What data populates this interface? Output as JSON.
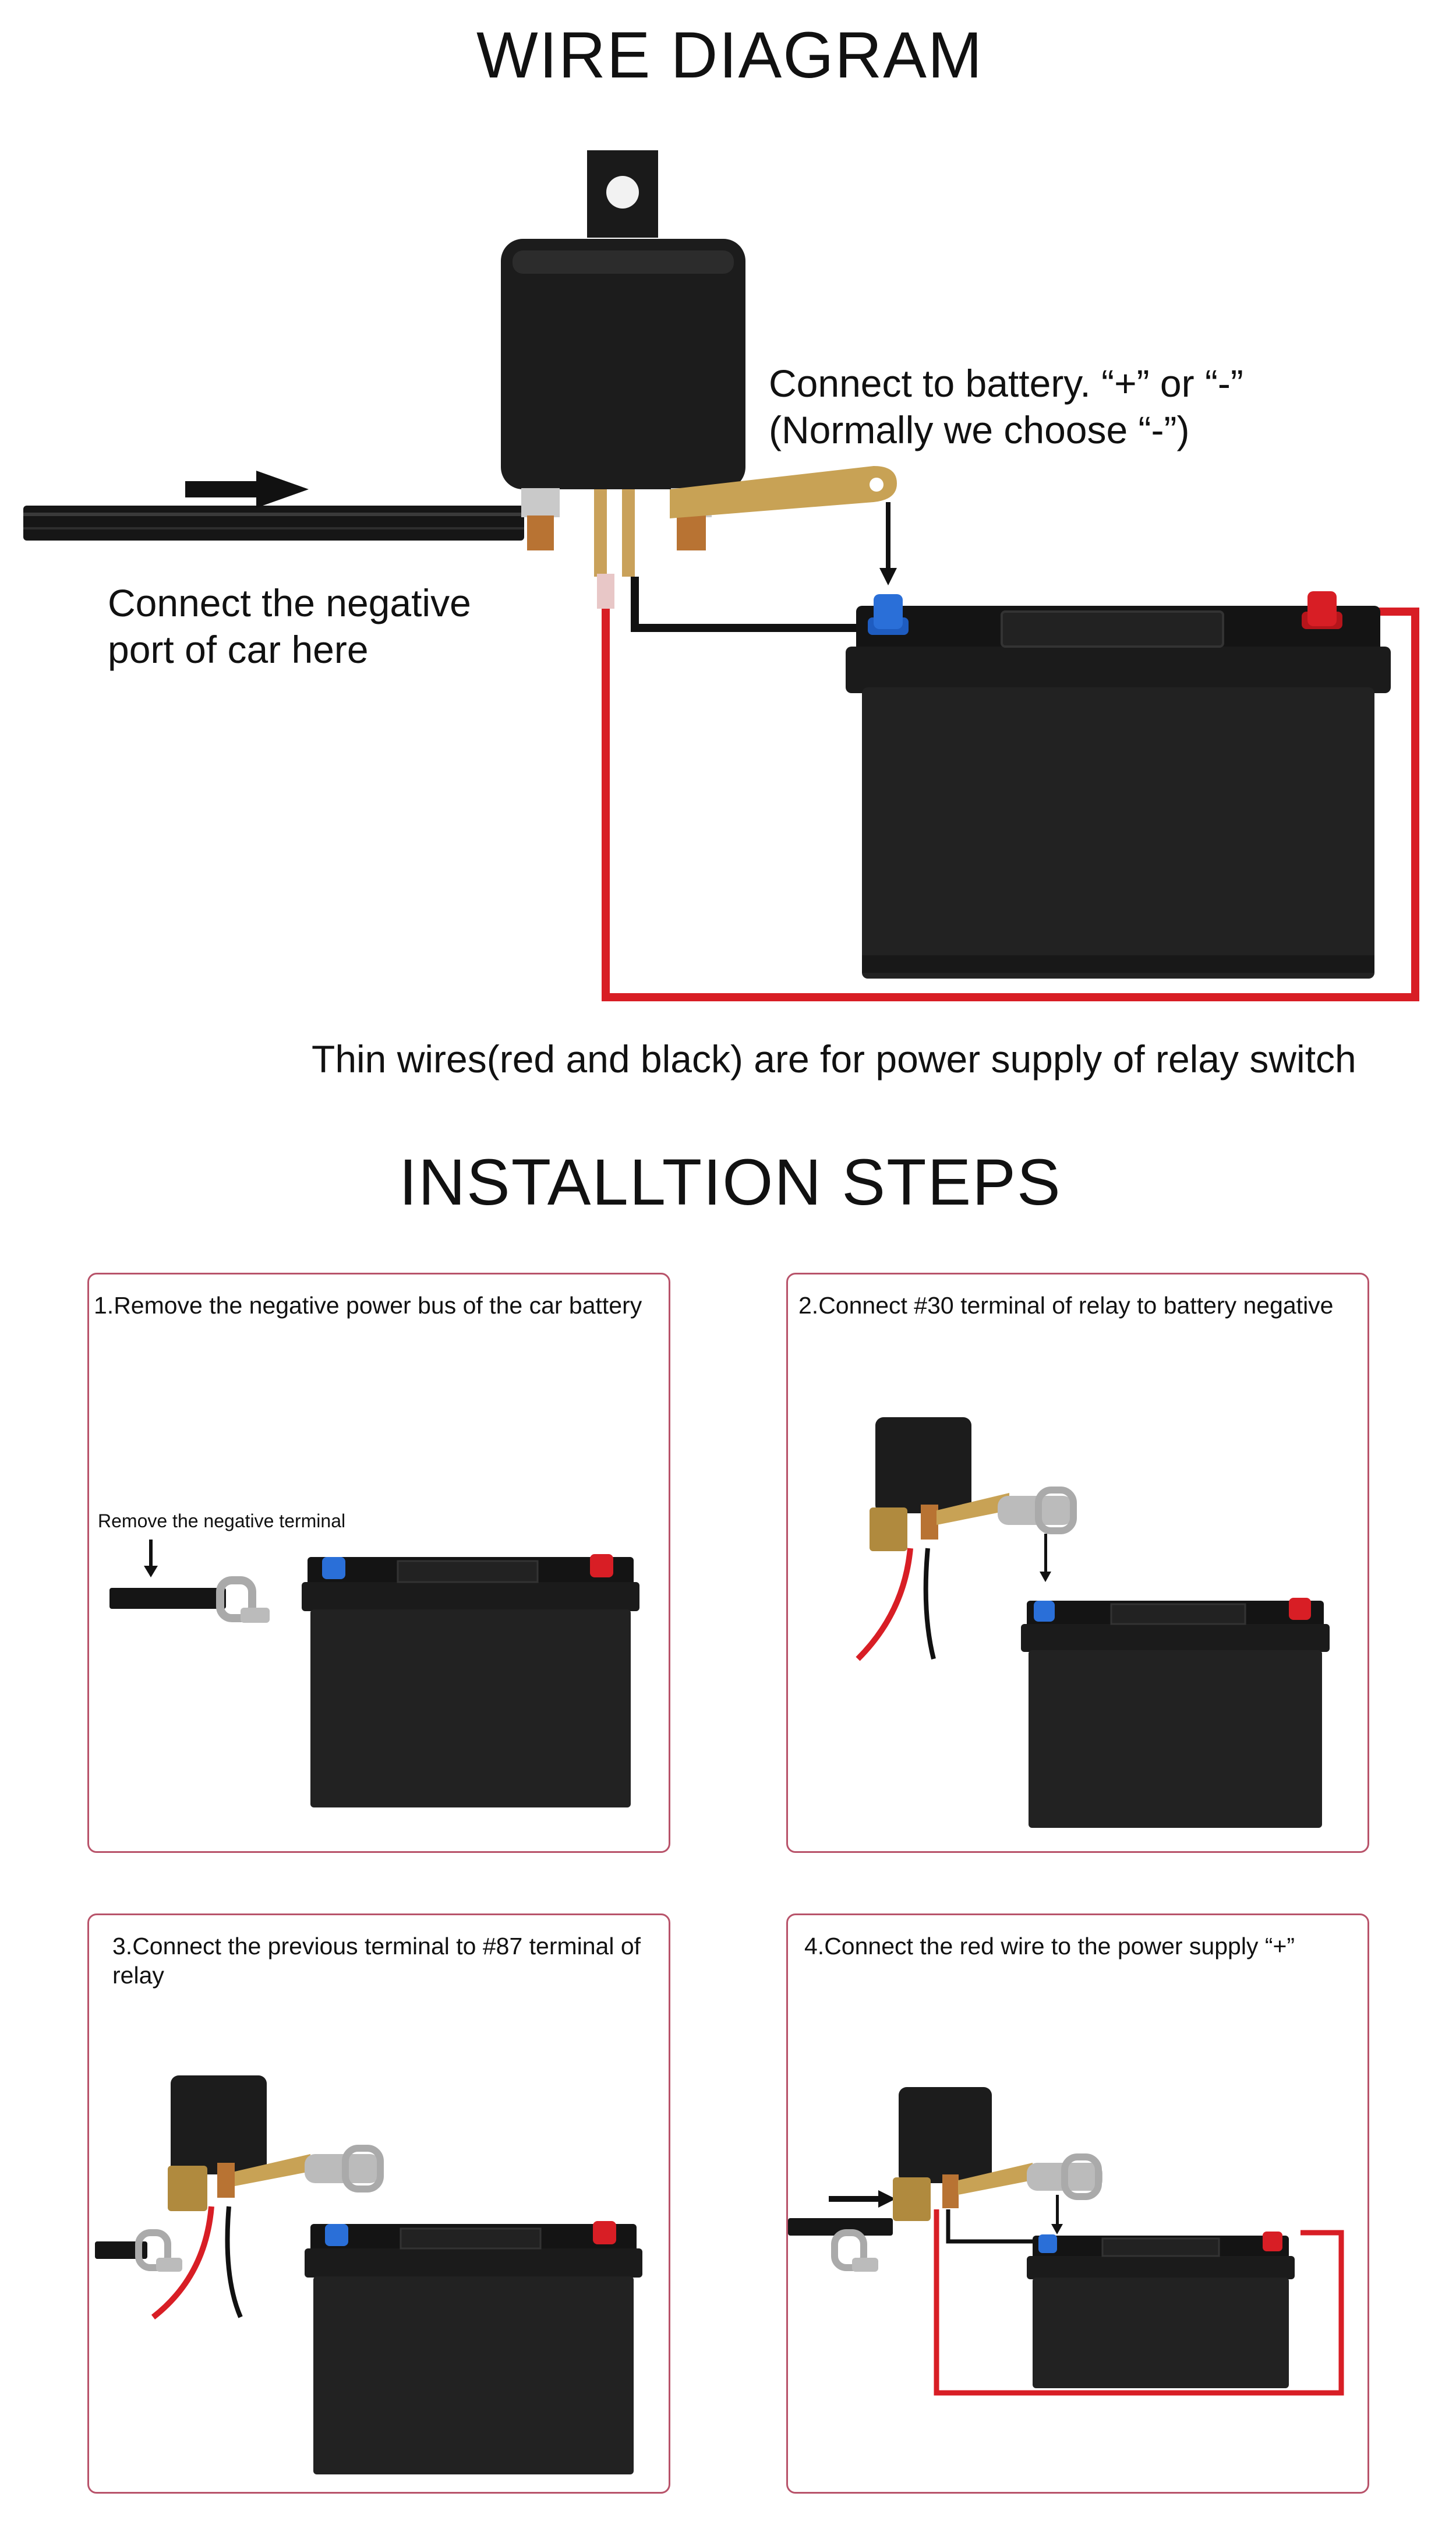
{
  "diagram": {
    "title": "WIRE DIAGRAM",
    "battery_label_line1": "Connect to battery. “+” or “-”",
    "battery_label_line2": "(Normally we choose “-”)",
    "car_label_line1": "Connect the negative",
    "car_label_line2": "port of car here",
    "thin_wires_note": "Thin wires(red and black) are for power supply of relay switch"
  },
  "steps": {
    "title": "INSTALLTION STEPS",
    "items": [
      {
        "label": "1.Remove the negative power bus of the car battery",
        "sublabel": "Remove the negative terminal"
      },
      {
        "label": "2.Connect #30 terminal of relay to battery negative"
      },
      {
        "label": "3.Connect the previous terminal to #87 terminal of relay"
      },
      {
        "label": "4.Connect the red wire to the power supply “+”"
      }
    ]
  },
  "colors": {
    "red_wire": "#d81e25",
    "black_wire": "#111111",
    "negative_terminal": "#2a6fd8",
    "positive_terminal": "#d81e25",
    "panel_border": "#b8536a",
    "battery_body": "#222222"
  },
  "icons": [
    "relay-icon",
    "battery-icon",
    "arrow-right-icon",
    "arrow-down-icon",
    "clamp-icon"
  ]
}
